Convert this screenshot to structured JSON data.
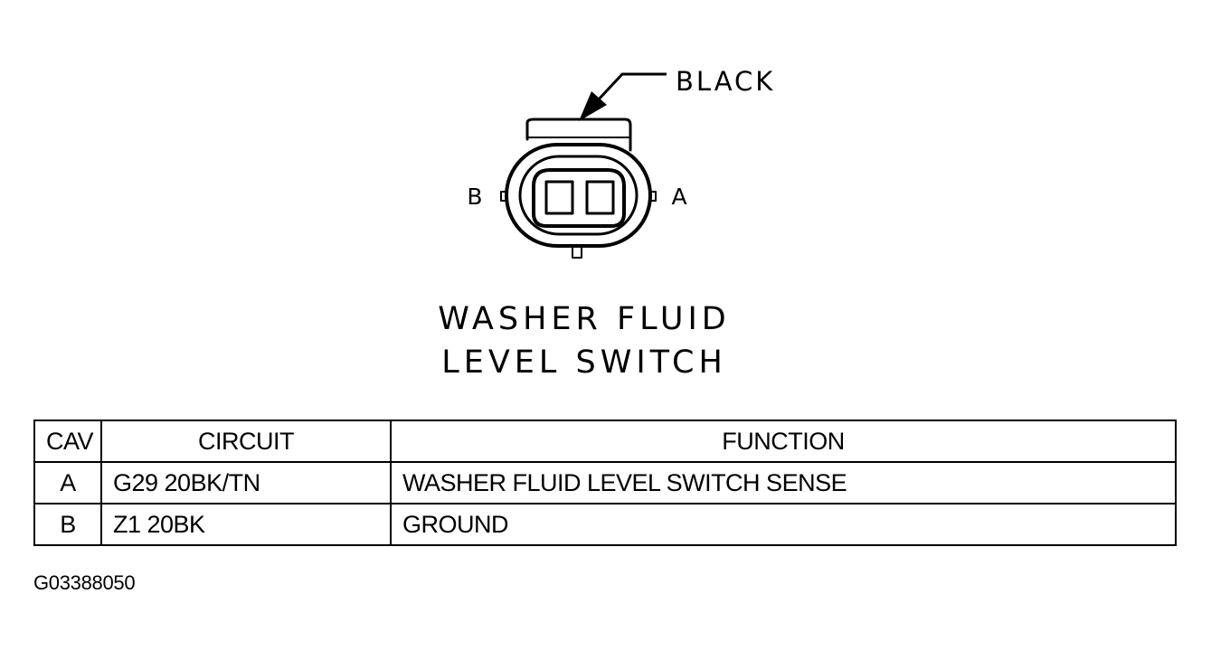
{
  "connector": {
    "color_label": "BLACK",
    "cavity_labels": {
      "left": "B",
      "right": "A"
    },
    "title_line1": "WASHER FLUID",
    "title_line2": "LEVEL SWITCH"
  },
  "table": {
    "headers": {
      "cav": "CAV",
      "circuit": "CIRCUIT",
      "function": "FUNCTION"
    },
    "rows": [
      {
        "cav": "A",
        "circuit": "G29 20BK/TN",
        "function": "WASHER FLUID LEVEL SWITCH SENSE"
      },
      {
        "cav": "B",
        "circuit": "Z1 20BK",
        "function": "GROUND"
      }
    ]
  },
  "figure_id": "G03388050"
}
